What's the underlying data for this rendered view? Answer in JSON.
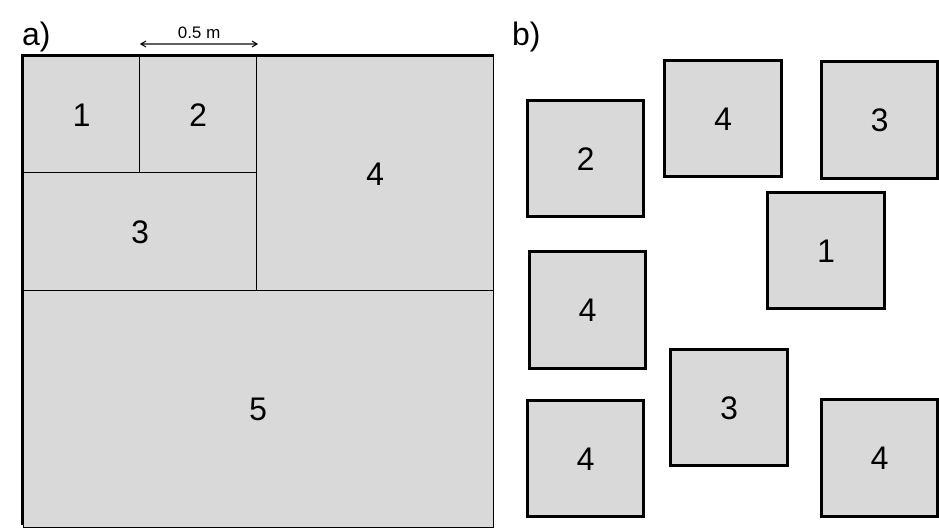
{
  "panels": {
    "a": {
      "label": "a)",
      "scale_bar": "0.5 m",
      "regions": [
        "1",
        "2",
        "3",
        "4",
        "5"
      ]
    },
    "b": {
      "label": "b)",
      "tiles": [
        "4",
        "3",
        "2",
        "1",
        "4",
        "3",
        "4",
        "4"
      ]
    }
  },
  "colors": {
    "fill": "#d9d9d9",
    "stroke": "#000000",
    "background": "#ffffff"
  }
}
